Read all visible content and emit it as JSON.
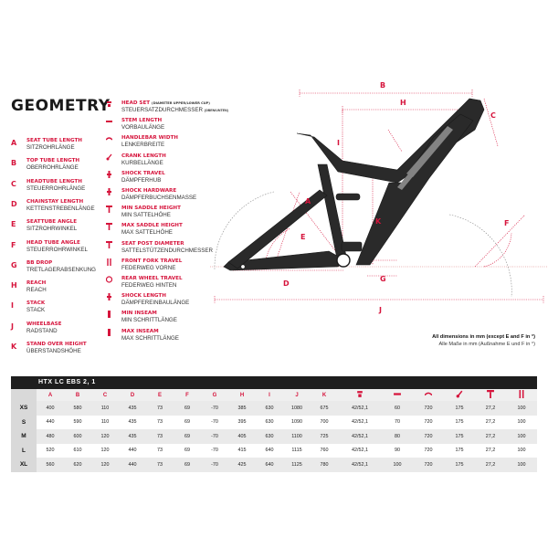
{
  "title": "GEOMETRY",
  "legend_left": [
    {
      "key": "A",
      "en": "SEAT TUBE LENGTH",
      "de": "SITZROHRLÄNGE"
    },
    {
      "key": "B",
      "en": "TOP TUBE LENGTH",
      "de": "OBERROHRLÄNGE"
    },
    {
      "key": "C",
      "en": "HEADTUBE LENGTH",
      "de": "STEUERROHRLÄNGE"
    },
    {
      "key": "D",
      "en": "CHAINSTAY LENGTH",
      "de": "KETTENSTREBENLÄNGE"
    },
    {
      "key": "E",
      "en": "SEATTUBE ANGLE",
      "de": "SITZROHRWINKEL"
    },
    {
      "key": "F",
      "en": "HEAD TUBE ANGLE",
      "de": "STEUERROHRWINKEL"
    },
    {
      "key": "G",
      "en": "BB DROP",
      "de": "TRETLAGERABSENKUNG"
    },
    {
      "key": "H",
      "en": "REACH",
      "de": "REACH"
    },
    {
      "key": "I",
      "en": "STACK",
      "de": "STACK"
    },
    {
      "key": "J",
      "en": "WHEELBASE",
      "de": "RADSTAND"
    },
    {
      "key": "K",
      "en": "STAND OVER HEIGHT",
      "de": "ÜBERSTANDSHÖHE"
    }
  ],
  "legend_right": [
    {
      "icon": "head-set-icon",
      "en": "HEAD SET",
      "en_sub": "(DIAMETER UPPER/LOWER CUP)",
      "de": "STEUERSATZDURCHMESSER",
      "de_sub": "(OBEN/UNTEN)"
    },
    {
      "icon": "stem-icon",
      "en": "STEM LENGTH",
      "de": "VORBAULÄNGE"
    },
    {
      "icon": "handlebar-icon",
      "en": "HANDLEBAR WIDTH",
      "de": "LENKERBREITE"
    },
    {
      "icon": "crank-icon",
      "en": "CRANK LENGTH",
      "de": "KURBELLÄNGE"
    },
    {
      "icon": "shock-travel-icon",
      "en": "SHOCK TRAVEL",
      "de": "DÄMPFERHUB"
    },
    {
      "icon": "shock-hardware-icon",
      "en": "SHOCK HARDWARE",
      "de": "DÄMPFERBUCHSENMASSE"
    },
    {
      "icon": "min-saddle-icon",
      "en": "MIN SADDLE HEIGHT",
      "de": "MIN SATTELHÖHE"
    },
    {
      "icon": "max-saddle-icon",
      "en": "MAX SADDLE HEIGHT",
      "de": "MAX SATTELHÖHE"
    },
    {
      "icon": "seat-post-icon",
      "en": "SEAT POST DIAMETER",
      "de": "SATTELSTÜTZENDURCHMESSER"
    },
    {
      "icon": "front-fork-icon",
      "en": "FRONT FORK TRAVEL",
      "de": "FEDERWEG VORNE"
    },
    {
      "icon": "rear-wheel-icon",
      "en": "REAR WHEEL TRAVEL",
      "de": "FEDERWEG HINTEN"
    },
    {
      "icon": "shock-length-icon",
      "en": "SHOCK LENGTH",
      "de": "DÄMPFEREINBAULÄNGE"
    },
    {
      "icon": "min-inseam-icon",
      "en": "MIN INSEAM",
      "de": "MIN SCHRITTLÄNGE"
    },
    {
      "icon": "max-inseam-icon",
      "en": "MAX INSEAM",
      "de": "MAX SCHRITTLÄNGE"
    }
  ],
  "diagram_labels": {
    "A": "A",
    "B": "B",
    "C": "C",
    "D": "D",
    "E": "E",
    "F": "F",
    "G": "G",
    "H": "H",
    "I": "I",
    "J": "J",
    "K": "K"
  },
  "notes": {
    "en": "All dimensions in mm (except E and F in °)",
    "de": "Alle Maße in mm (Außnahme E und F in °)"
  },
  "table": {
    "model": "HTX LC EBS 2, 1",
    "columns": [
      "A",
      "B",
      "C",
      "D",
      "E",
      "F",
      "G",
      "H",
      "I",
      "J",
      "K"
    ],
    "rows": [
      {
        "size": "XS",
        "cells": [
          "400",
          "580",
          "110",
          "435",
          "73",
          "69",
          "-70",
          "385",
          "630",
          "1080",
          "675",
          "42/52,1",
          "60",
          "720",
          "175",
          "27,2",
          "100"
        ]
      },
      {
        "size": "S",
        "cells": [
          "440",
          "590",
          "110",
          "435",
          "73",
          "69",
          "-70",
          "395",
          "630",
          "1090",
          "700",
          "42/52,1",
          "70",
          "720",
          "175",
          "27,2",
          "100"
        ]
      },
      {
        "size": "M",
        "cells": [
          "480",
          "600",
          "120",
          "435",
          "73",
          "69",
          "-70",
          "405",
          "630",
          "1100",
          "725",
          "42/52,1",
          "80",
          "720",
          "175",
          "27,2",
          "100"
        ]
      },
      {
        "size": "L",
        "cells": [
          "520",
          "610",
          "120",
          "440",
          "73",
          "69",
          "-70",
          "415",
          "640",
          "1115",
          "760",
          "42/52,1",
          "90",
          "720",
          "175",
          "27,2",
          "100"
        ]
      },
      {
        "size": "XL",
        "cells": [
          "560",
          "620",
          "120",
          "440",
          "73",
          "69",
          "-70",
          "425",
          "640",
          "1125",
          "780",
          "42/52,1",
          "100",
          "720",
          "175",
          "27,2",
          "100"
        ]
      }
    ],
    "icon_columns": [
      "head-set-icon",
      "stem-icon",
      "handlebar-icon",
      "crank-icon",
      "seat-post-icon",
      "front-fork-icon"
    ]
  },
  "colors": {
    "accent": "#d6143c",
    "dark": "#1e1e1e"
  }
}
